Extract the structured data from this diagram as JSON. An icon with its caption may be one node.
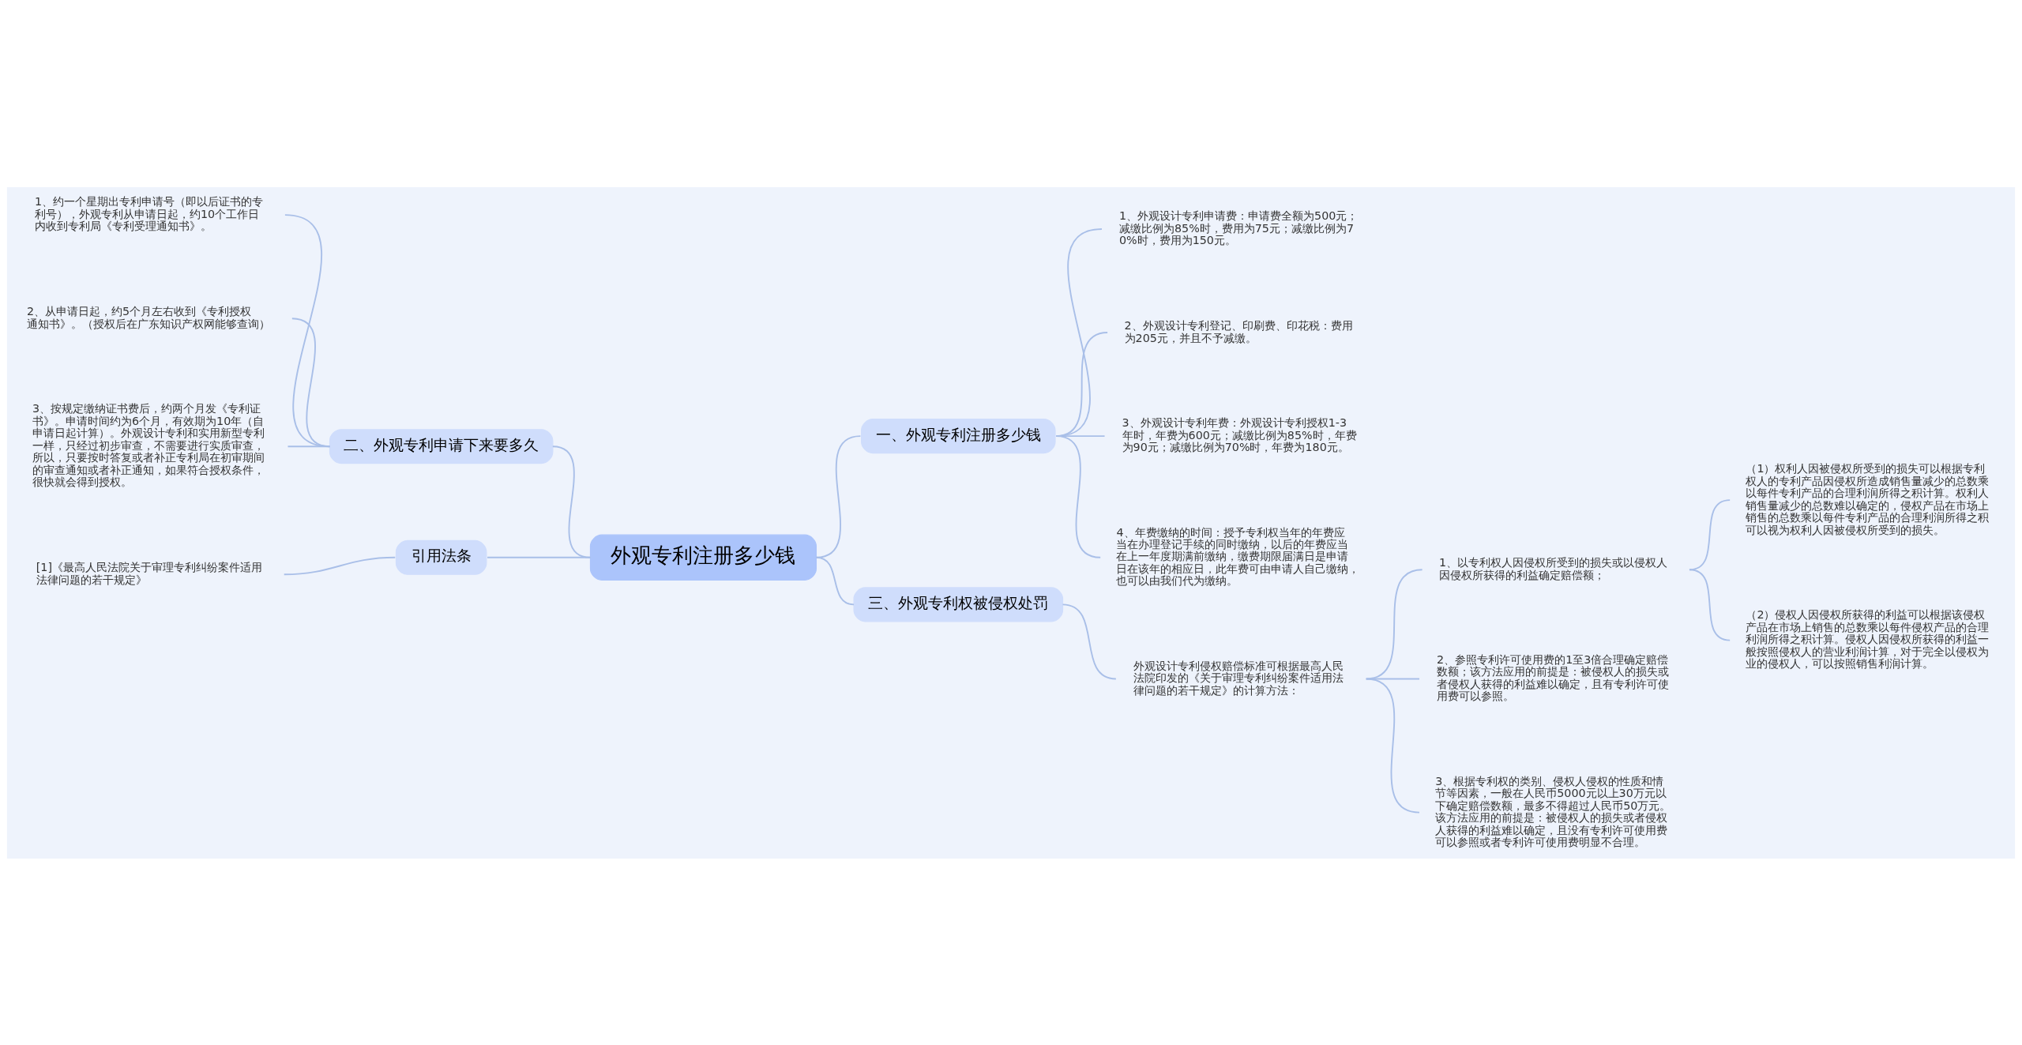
{
  "diagram": {
    "nodes": [
      {
        "text": [
          "外观专利注册多少钱"
        ]
      },
      {
        "text": [
          "一、外观专利注册多少钱"
        ]
      },
      {
        "text": [
          "1、外观设计专利申请费：申请费全额为500元；减缴比例为85%时，费用为75元；减缴比例为70%时，费用为150元。"
        ]
      },
      {
        "text": [
          "2、外观设计专利登记、印刷费、印花税：费用为205元，并且不予减缴。"
        ]
      },
      {
        "text": [
          "3、外观设计专利年费：外观设计专利授权1-3年时，年费为600元；减缴比例为85%时，年费为90元；减缴比例为70%时，年费为180元。"
        ]
      },
      {
        "text": [
          "4、年费缴纳的时间：授予专利权当年的年费应当在办理登记手续的同时缴纳，以后的年费应当在上一年度期满前缴纳，缴费期限届满日是申请日在该年的相应日，此年费可由申请人自己缴纳，也可以由我们代为缴纳。"
        ]
      },
      {
        "text": [
          "二、外观专利申请下来要多久"
        ]
      },
      {
        "text": [
          "1、约一个星期出专利申请号（即以后证书的专利号），外观专利从申请日起，约10个工作日内收到专利局《专利受理通知书》。"
        ]
      },
      {
        "text": [
          "2、从申请日起，约5个月左右收到《专利授权通知书》。（授权后在广东知识产权网能够查询）"
        ]
      },
      {
        "text": [
          "3、按规定缴纳证书费后，约两个月发《专利证书》。申请时间约为6个月，有效期为10年（自申请日起计算）。外观设计专利和实用新型专利一样，只经过初步审查，不需要进行实质审查，所以，只要按时答复或者补正专利局在初审期间的审查通知或者补正通知，如果符合授权条件，很快就会得到授权。"
        ]
      },
      {
        "text": [
          "三、外观专利权被侵权处罚"
        ]
      },
      {
        "text": [
          "外观设计专利侵权赔偿标准可根据最高人民法院印发的《关于审理专利纠纷案件适用法律问题的若干规定》的计算方法："
        ]
      },
      {
        "text": [
          "1、以专利权人因侵权所受到的损失或以侵权人因侵权所获得的利益确定赔偿额；"
        ]
      },
      {
        "text": [
          "（1）权利人因被侵权所受到的损失可以根据专利权人的专利产品因侵权所造成销售量减少的总数乘以每件专利产品的合理利润所得之积计算。权利人销售量减少的总数难以确定的，侵权产品在市场上销售的总数乘以每件专利产品的合理利润所得之积可以视为权利人因被侵权所受到的损失。"
        ]
      },
      {
        "text": [
          "（2）侵权人因侵权所获得的利益可以根据该侵权产品在市场上销售的总数乘以每件侵权产品的合理利润所得之积计算。侵权人因侵权所获得的利益一般按照侵权人的营业利润计算，对于完全以侵权为业的侵权人，可以按照销售利润计算。"
        ]
      },
      {
        "text": [
          "2、参照专利许可使用费的1至3倍合理确定赔偿数额；该方法应用的前提是：被侵权人的损失或者侵权人获得的利益难以确定，且有专利许可使用费可以参照。"
        ]
      },
      {
        "text": [
          "3、根据专利权的类别、侵权人侵权的性质和情节等因素，一般在人民币5000元以上30万元以下确定赔偿数额，最多不得超过人民币50万元。该方法应用的前提是：被侵权人的损失或者侵权人获得的利益难以确定，且没有专利许可使用费可以参照或者专利许可使用费明显不合理。"
        ]
      },
      {
        "text": [
          "引用法条"
        ]
      },
      {
        "text": [
          "[1]《最高人民法院关于审理专利纠纷案件适用法律问题的若干规定》"
        ]
      }
    ],
    "edges": [
      {
        "from": 0,
        "to": 1,
        "arrow": "none"
      },
      {
        "from": 1,
        "to": 2,
        "arrow": "none"
      },
      {
        "from": 1,
        "to": 3,
        "arrow": "none"
      },
      {
        "from": 1,
        "to": 4,
        "arrow": "none"
      },
      {
        "from": 1,
        "to": 5,
        "arrow": "none"
      },
      {
        "from": 0,
        "to": 6,
        "arrow": "none"
      },
      {
        "from": 6,
        "to": 7,
        "arrow": "none"
      },
      {
        "from": 6,
        "to": 8,
        "arrow": "none"
      },
      {
        "from": 6,
        "to": 9,
        "arrow": "none"
      },
      {
        "from": 0,
        "to": 10,
        "arrow": "none"
      },
      {
        "from": 10,
        "to": 11,
        "arrow": "none"
      },
      {
        "from": 11,
        "to": 12,
        "arrow": "none"
      },
      {
        "from": 12,
        "to": 13,
        "arrow": "none"
      },
      {
        "from": 12,
        "to": 14,
        "arrow": "none"
      },
      {
        "from": 11,
        "to": 15,
        "arrow": "none"
      },
      {
        "from": 11,
        "to": 16,
        "arrow": "none"
      },
      {
        "from": 0,
        "to": 17,
        "arrow": "none"
      },
      {
        "from": 17,
        "to": 18,
        "arrow": "none"
      }
    ]
  }
}
